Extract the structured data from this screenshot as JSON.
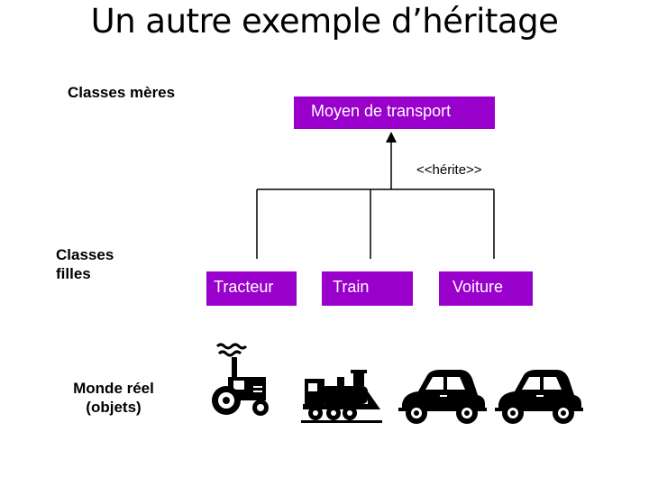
{
  "title": "Un autre exemple d’héritage",
  "labels": {
    "parent_classes": "Classes mères",
    "child_classes": "Classes filles",
    "real_world": "Monde réel (objets)"
  },
  "parent_class": "Moyen de transport",
  "stereotype": "<<hérite>>",
  "child_classes": [
    "Tracteur",
    "Train",
    "Voiture"
  ],
  "objects": [
    "tractor-icon",
    "train-icon",
    "car-icon",
    "car-icon"
  ],
  "colors": {
    "class_box": "#9900cc",
    "text_on_box": "#ffffff"
  }
}
